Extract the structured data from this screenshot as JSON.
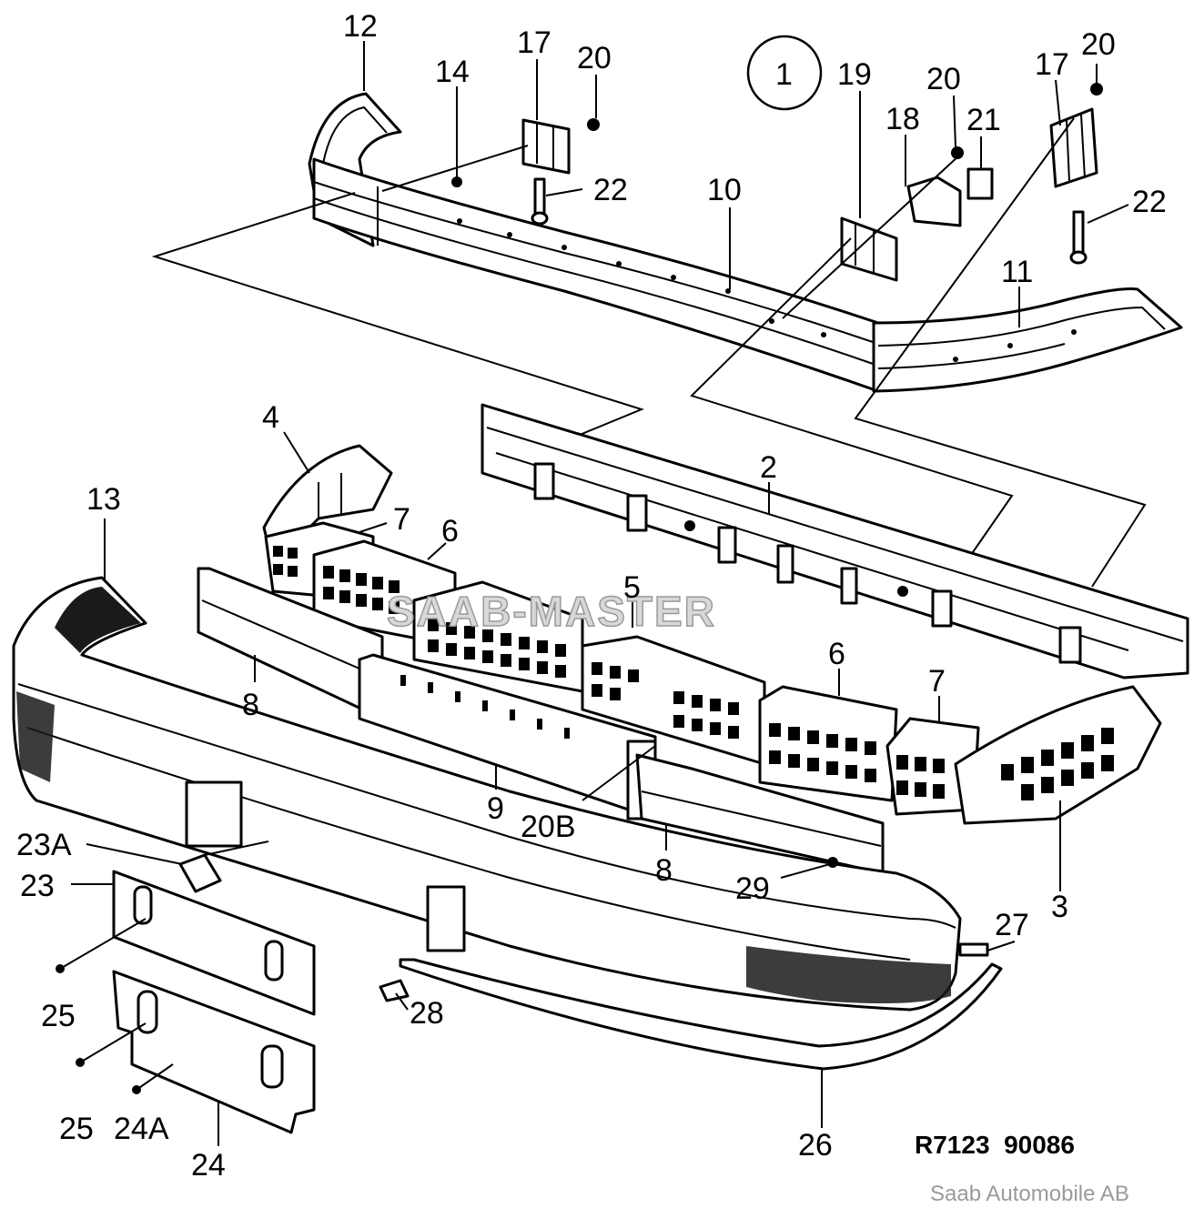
{
  "callouts": {
    "c1": "1",
    "c2": "2",
    "c3": "3",
    "c4": "4",
    "c5": "5",
    "c6a": "6",
    "c6b": "6",
    "c7a": "7",
    "c7b": "7",
    "c8a": "8",
    "c8b": "8",
    "c9": "9",
    "c10": "10",
    "c11": "11",
    "c12": "12",
    "c13": "13",
    "c14": "14",
    "c17a": "17",
    "c17b": "17",
    "c18": "18",
    "c19": "19",
    "c20a": "20",
    "c20b": "20",
    "c20c": "20",
    "c20B": "20B",
    "c21": "21",
    "c22a": "22",
    "c22b": "22",
    "c23": "23",
    "c23A": "23A",
    "c24": "24",
    "c24A": "24A",
    "c25a": "25",
    "c25b": "25",
    "c26": "26",
    "c27": "27",
    "c28": "28",
    "c29": "29"
  },
  "reference_code": "R7123  90086",
  "watermark": "SAAB-MASTER",
  "copyright": "Saab Automobile AB"
}
